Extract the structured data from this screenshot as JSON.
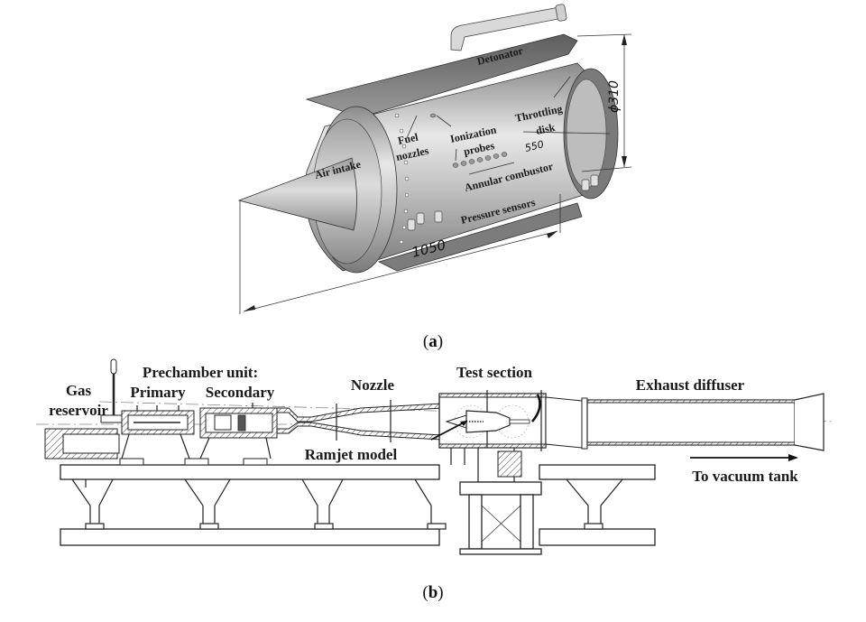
{
  "figure": {
    "panel_a": {
      "caption_open": "(",
      "caption_letter": "a",
      "caption_close": ")",
      "labels": {
        "detonator": "Detonator",
        "air_intake": "Air intake",
        "fuel_nozzles_1": "Fuel",
        "fuel_nozzles_2": "nozzles",
        "ionization_probes_1": "Ionization",
        "ionization_probes_2": "probes",
        "throttling_disk_1": "Throttling",
        "throttling_disk_2": "disk",
        "annular_combustor": "Annular combustor",
        "pressure_sensors": "Pressure sensors"
      },
      "dimensions": {
        "diameter": "ϕ310",
        "length_total": "1050",
        "length_combustor": "550"
      }
    },
    "panel_b": {
      "caption_open": "(",
      "caption_letter": "b",
      "caption_close": ")",
      "labels": {
        "gas_reservoir_1": "Gas",
        "gas_reservoir_2": "reservoir",
        "prechamber_unit": "Prechamber unit:",
        "primary": "Primary",
        "secondary": "Secondary",
        "nozzle": "Nozzle",
        "test_section": "Test section",
        "exhaust_diffuser": "Exhaust diffuser",
        "ramjet_model": "Ramjet model",
        "to_vacuum_tank": "To vacuum tank"
      }
    },
    "colors": {
      "metal_light": "#e6e6e6",
      "metal_mid": "#b4b4b4",
      "metal_dark": "#6e6e6e",
      "ink": "#1a1a1a"
    }
  }
}
